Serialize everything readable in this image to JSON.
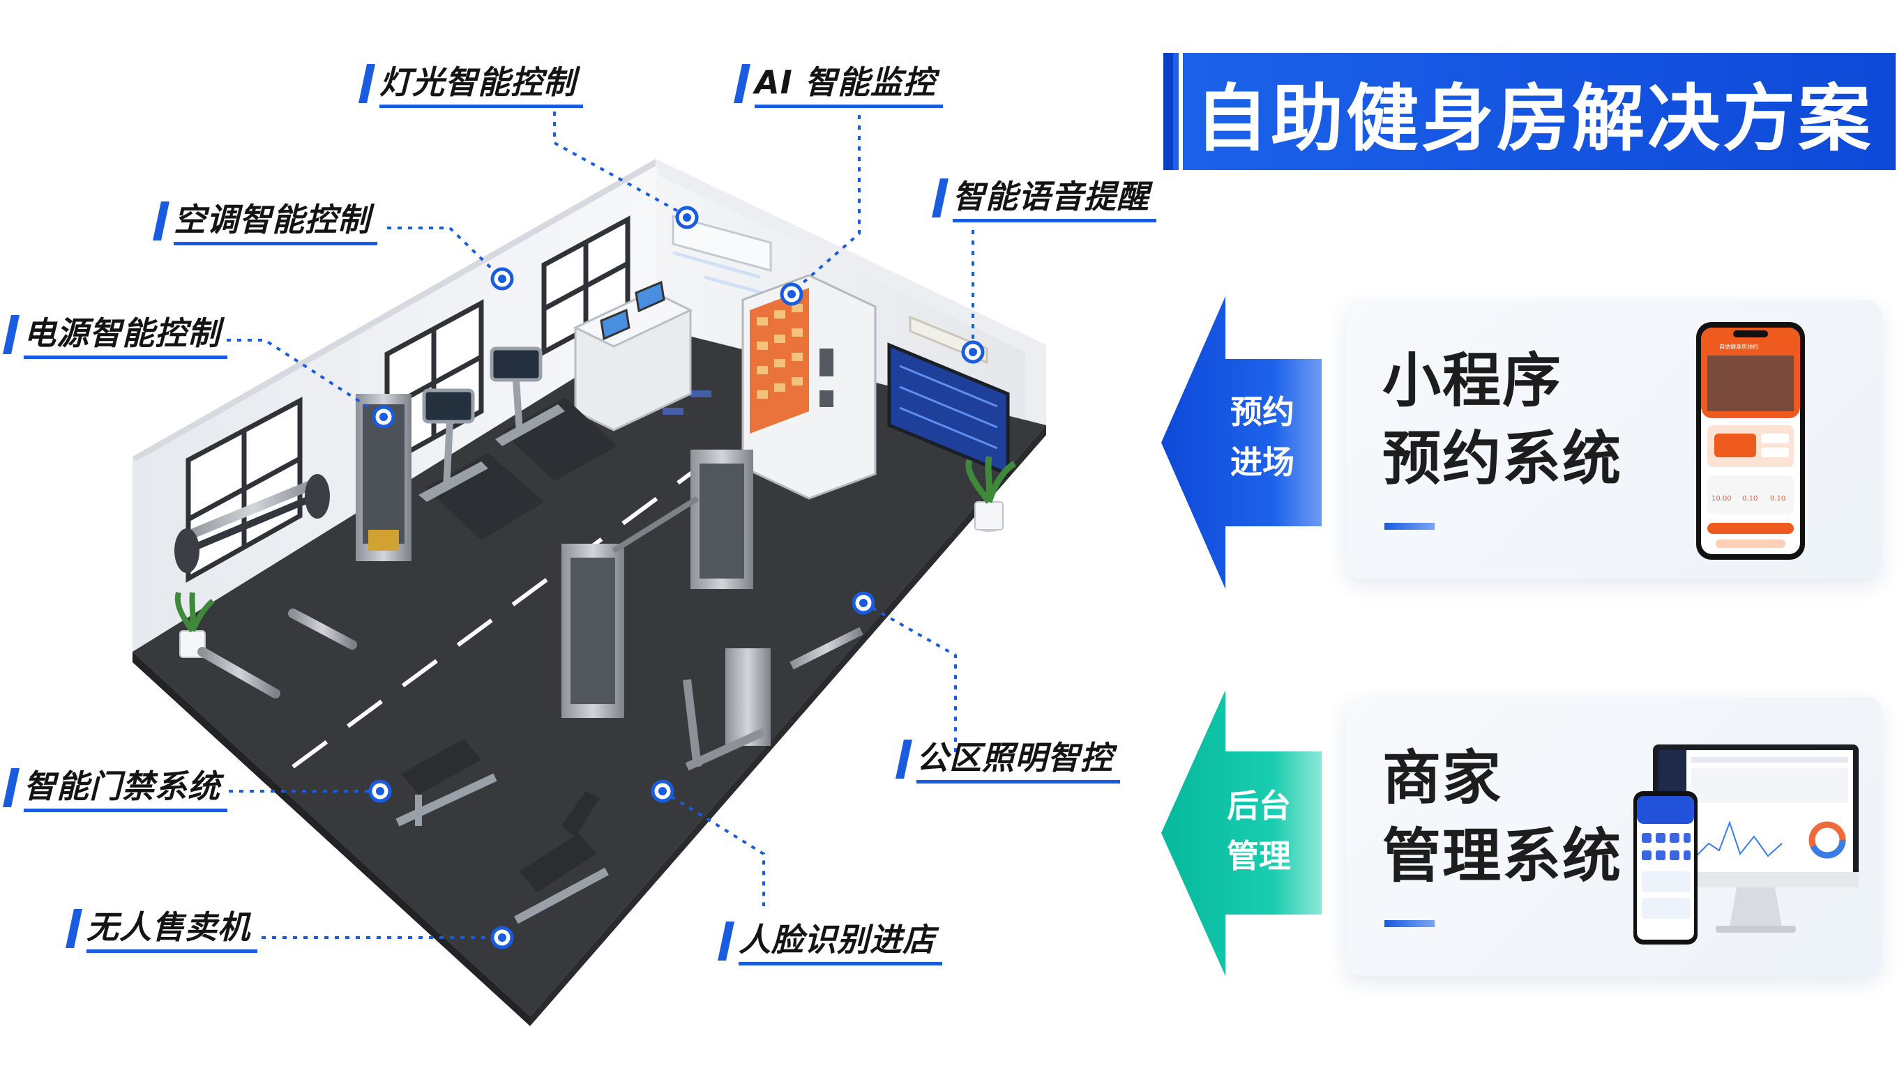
{
  "title": "自助健身房解决方案",
  "callouts": {
    "lighting": "灯光智能控制",
    "ai_monitor": "AI 智能监控",
    "voice": "智能语音提醒",
    "aircon": "空调智能控制",
    "power": "电源智能控制",
    "public_light": "公区照明智控",
    "access": "智能门禁系统",
    "vending": "无人售卖机",
    "face": "人脸识别进店"
  },
  "arrows": {
    "booking_line1": "预约",
    "booking_line2": "进场",
    "backend_line1": "后台",
    "backend_line2": "管理"
  },
  "cards": {
    "mini_program_line1": "小程序",
    "mini_program_line2": "预约系统",
    "merchant_line1": "商家",
    "merchant_line2": "管理系统"
  },
  "phone_screen": {
    "header": "自助健身房预约",
    "price_a": "10.00",
    "price_b": "0.10",
    "price_c": "0.10"
  },
  "colors": {
    "brand_blue": "#1a5ce0",
    "teal": "#14c7a8",
    "orange": "#ef5a1e",
    "floor": "#38393c"
  }
}
